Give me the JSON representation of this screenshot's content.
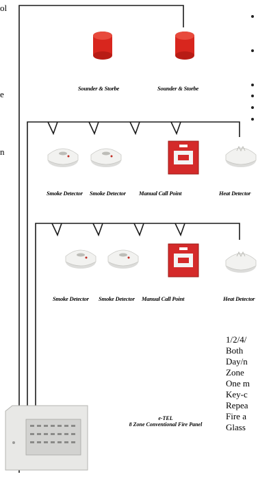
{
  "left_fragments": [
    "ol",
    "e",
    "n"
  ],
  "rows": [
    {
      "devices": [
        "Sounder & Storbe",
        "Sounder & Storbe"
      ]
    },
    {
      "devices": [
        "Smoke Detector",
        "Smoke Detector",
        "Manual Call Point",
        "Heat Detector"
      ]
    },
    {
      "devices": [
        "Smoke Detector",
        "Smoke Detector",
        "Manual Call Point",
        "Heat Detector"
      ]
    }
  ],
  "panel": {
    "brand": "e-TEL",
    "model": "8 Zone Conventional Fire Panel"
  },
  "feature_list": [
    "1/2/4/",
    "Both",
    "Day/n",
    "Zone",
    "One m",
    "Key-c",
    "Repea",
    "Fire a",
    "Glass"
  ],
  "colors": {
    "wire": "#1a1a1a",
    "sounder_red": "#d8261e",
    "call_point_red": "#d42a2a",
    "detector": "#f2f2f0"
  }
}
